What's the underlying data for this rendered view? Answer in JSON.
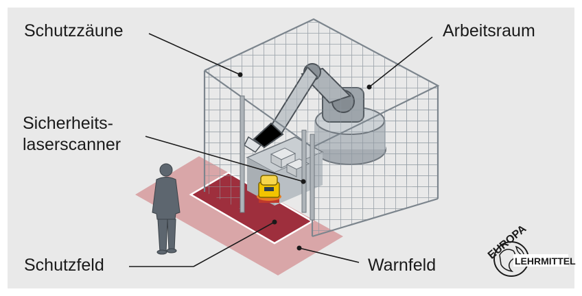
{
  "labels": {
    "fences": "Schutzzäune",
    "workspace": "Arbeitsraum",
    "scanner_line1": "Sicherheits-",
    "scanner_line2": "laserscanner",
    "protective_field": "Schutzfeld",
    "warning_field": "Warnfeld"
  },
  "logo": {
    "top_text": "EUROPA",
    "bottom_text": "LEHRMITTEL"
  },
  "colors": {
    "background": "#e9e9e9",
    "warning_field": "#d9a6a8",
    "protective_field": "#9e2f3d",
    "fence": "#8d969e",
    "scanner": "#f2c400"
  }
}
